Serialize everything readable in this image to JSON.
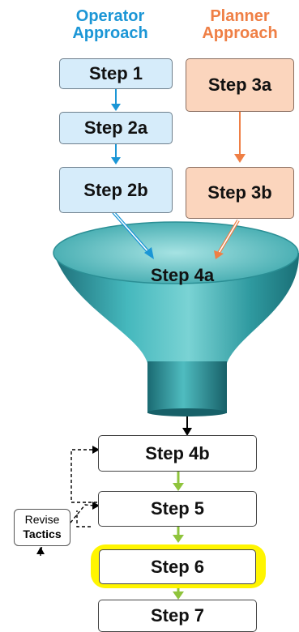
{
  "headers": {
    "operator": "Operator Approach",
    "planner": "Planner Approach"
  },
  "operator_steps": [
    "Step 1",
    "Step 2a",
    "Step 2b"
  ],
  "planner_steps": [
    "Step 3a",
    "Step 3b"
  ],
  "funnel_label": "Step 4a",
  "lower_steps": [
    "Step 4b",
    "Step 5",
    "Step 6",
    "Step 7"
  ],
  "revise": {
    "line1": "Revise",
    "line2": "Tactics"
  },
  "colors": {
    "operator": "#1b96d6",
    "planner": "#ef7f45",
    "funnel": "#2a9aa0",
    "green_arrow": "#8fc43c",
    "highlight": "#fff500"
  }
}
